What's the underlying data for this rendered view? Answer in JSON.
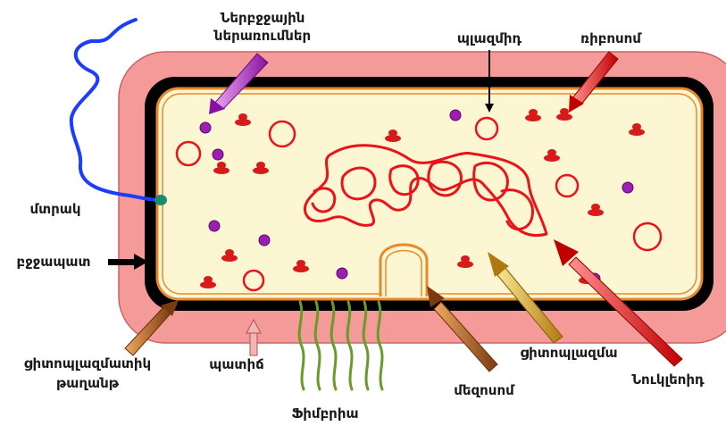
{
  "diagram": {
    "labels": {
      "inclusions_line1": "Ներբջջային",
      "inclusions_line2": "ներառումներ",
      "plasmid": "պլազմիդ",
      "ribosome": "ռիբոսոմ",
      "flagellum": "մտրակ",
      "cell_wall": "բջջապատ",
      "membrane_line1": "ցիտոպլազմատիկ",
      "membrane_line2": "թաղանթ",
      "capsule": "պատիճ",
      "pili": "Ֆիմբրիա",
      "mesosome": "մեզոսոմ",
      "cytoplasm": "ցիտոպլազմա",
      "nucleoid": "Նուկլեոիդ"
    },
    "colors": {
      "capsule": "#f49a98",
      "cell_wall": "#000000",
      "membrane": "#e8892e",
      "cytoplasm": "#fdf6d2",
      "dna": "#e8141a",
      "ribosome": "#d81a1a",
      "granule": "#9b1fb0",
      "flagellum": "#1a3dff",
      "pili": "#6a9a2a"
    }
  }
}
